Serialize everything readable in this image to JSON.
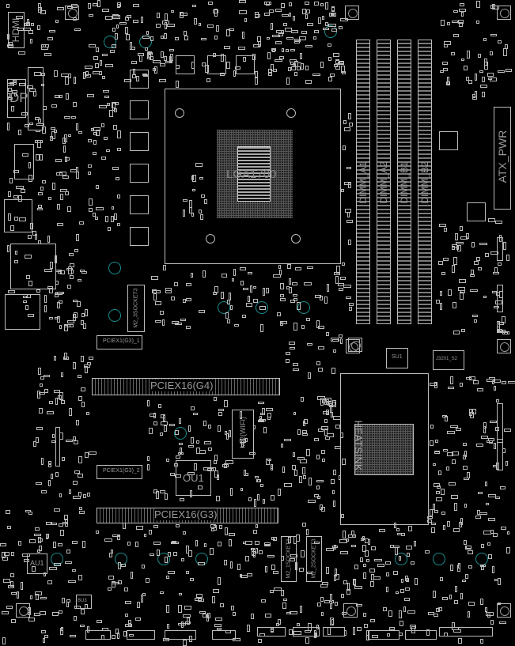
{
  "view": "boardview",
  "colors": {
    "background": "#000000",
    "outline": "#bdbdbd",
    "test_point": "#1a8f8f"
  },
  "connectors": {
    "hdmi": "HDMI",
    "dp": "DP",
    "atx_pwr": "ATX_PWR",
    "cpu_socket": "LGA1700",
    "dimm": [
      "DIMM_A1",
      "DIMM_A2",
      "DIMM_B1",
      "DIMM_B2"
    ],
    "pcie_x16_g4": "PCIEX16(G4)",
    "pcie_x16_g3": "PCIEX16(G3)",
    "pcie_x1_1": "PCIEX1(G3)_1",
    "pcie_x1_2": "PCIEX1(G3)_2",
    "m2_wifi": "M.2(WIFI)",
    "m2_1": "M2_1SOCKET3",
    "m2_2": "M2_2SOCKET3",
    "m2_3": "M2_3SOCKET3"
  },
  "chips": {
    "ou1": "OU1",
    "au1": "AU1",
    "bu3": "BU3",
    "su1": "SU1",
    "pch_heatsink": "HEATSINK",
    "j3201": "J3201_S2"
  }
}
